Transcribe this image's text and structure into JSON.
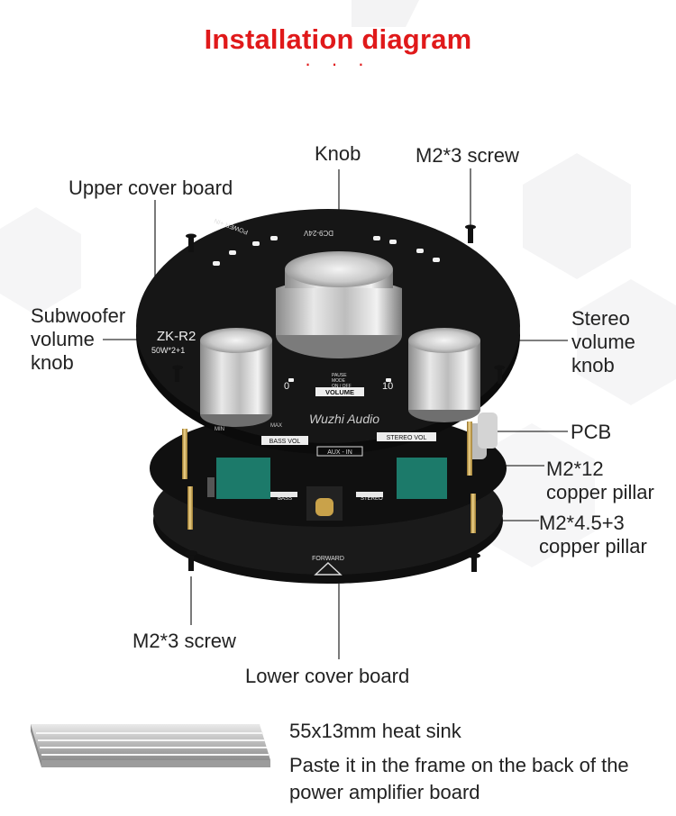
{
  "title": "Installation diagram",
  "title_dots": "· · ·",
  "labels": {
    "knob": "Knob",
    "screw_top": "M2*3 screw",
    "upper_cover": "Upper cover board",
    "subwoofer_knob": [
      "Subwoofer",
      "volume",
      "knob"
    ],
    "stereo_knob": [
      "Stereo",
      "volume",
      "knob"
    ],
    "pcb": "PCB",
    "pillar_12": [
      "M2*12",
      "copper pillar"
    ],
    "pillar_45": [
      "M2*4.5+3",
      "copper pillar"
    ],
    "screw_bottom": "M2*3 screw",
    "lower_cover": "Lower cover board"
  },
  "board_print": {
    "model": "ZK-R2",
    "power": "50W*2+1",
    "volume_min": "0",
    "volume_max": "10",
    "volume": "VOLUME",
    "pause_mode": [
      "PAUSE",
      "MODE",
      "ON / OFF"
    ],
    "bass_vol": "BASS VOL",
    "stereo_vol": "STEREO VOL",
    "aux_in": "AUX - IN",
    "forward": "FORWARD",
    "brand": "Wuzhi Audio",
    "input_voltage": "DC9-24V",
    "power_in": "POWER +IN",
    "min": "MIN",
    "max": "MAX",
    "bass": "BASS",
    "stereo": "STEREO"
  },
  "heat_sink": {
    "title": "55x13mm heat sink",
    "note": "Paste it in the frame on the back of the power amplifier board"
  },
  "colors": {
    "title_red": "#e0191a",
    "board_black": "#141414",
    "pillar_gold": "#c9a24a",
    "knob_silver": "#c8c8c8"
  }
}
